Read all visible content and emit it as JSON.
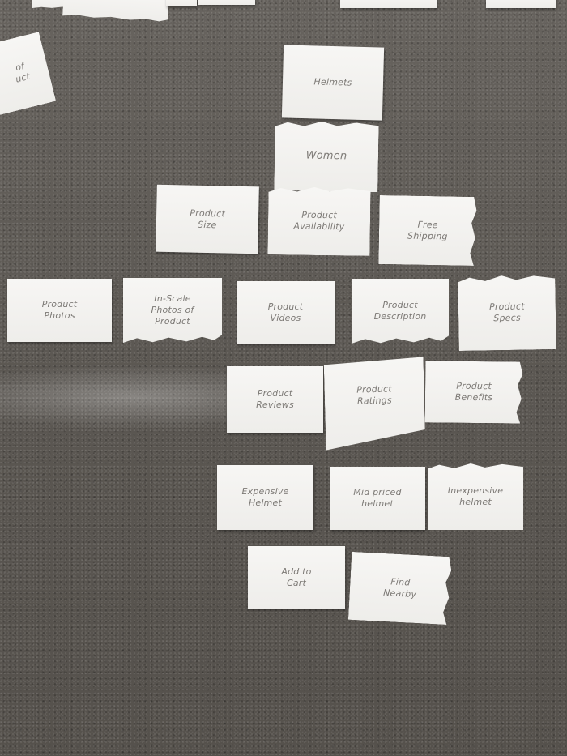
{
  "cards": {
    "top_left_partial": "of\nuct",
    "helmets": "Helmets",
    "women": "Women",
    "product_size": "Product\nSize",
    "product_availability": "Product\nAvailability",
    "free_shipping": "Free\nShipping",
    "product_photos": "Product\nPhotos",
    "in_scale_photos": "In-Scale\nPhotos of\nProduct",
    "product_videos": "Product\nVideos",
    "product_description": "Product\nDescription",
    "product_specs": "Product\nSpecs",
    "product_reviews": "Product\nReviews",
    "product_ratings": "Product\nRatings",
    "product_benefits": "Product\nBenefits",
    "expensive_helmet": "Expensive\nHelmet",
    "midpriced_helmet": "Mid priced\nhelmet",
    "inexpensive_helmet": "Inexpensive\nhelmet",
    "add_to_cart": "Add to\nCart",
    "find_nearby": "Find\nNearby"
  }
}
